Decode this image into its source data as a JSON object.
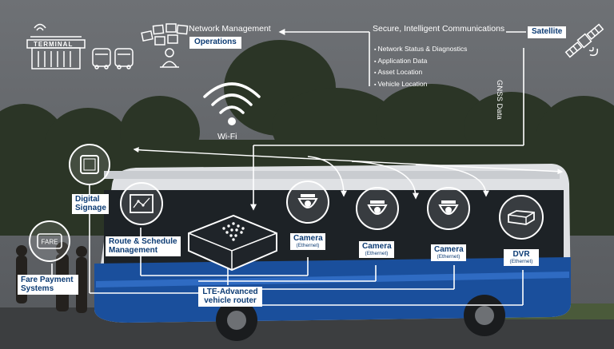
{
  "header": {
    "network_management": "Network Management",
    "operations": "Operations",
    "secure_communications": "Secure, Intelligent Communications",
    "satellite": "Satellite",
    "gnss_data": "GNSS Data",
    "terminal_sign": "TERMINAL",
    "data_items": [
      "Network Status & Diagnostics",
      "Application Data",
      "Asset Location",
      "Vehicle Location"
    ]
  },
  "wifi": {
    "label": "Wi-Fi"
  },
  "devices": {
    "fare_icon_text": "FARE",
    "digital_signage": "Digital Signage",
    "route_schedule": "Route & Schedule Management",
    "fare_payment": "Fare Payment Systems",
    "router": "LTE-Advanced vehicle router",
    "camera_label": "Camera",
    "ethernet": "(Ethernet)",
    "dvr": "DVR"
  },
  "colors": {
    "label_text": "#0d3c74",
    "line": "#ffffff",
    "bus_blue": "#1a4f9c"
  },
  "icons": [
    "terminal-icon",
    "shuttle-bus-icon",
    "control-room-icon",
    "wifi-icon",
    "satellite-icon",
    "tablet-icon",
    "schedule-map-icon",
    "fare-card-icon",
    "router-icon",
    "dome-camera-icon",
    "dvr-icon"
  ]
}
